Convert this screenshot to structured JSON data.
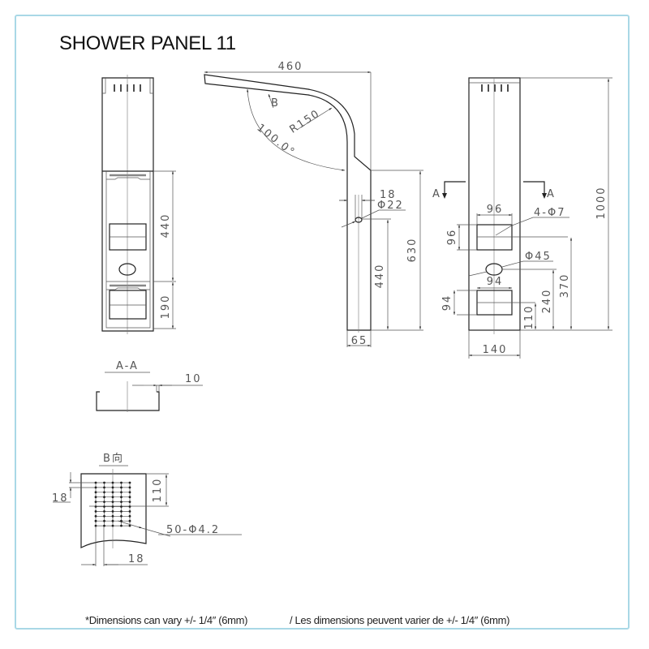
{
  "title": "SHOWER PANEL 11",
  "footnote": {
    "english": "*Dimensions can vary +/- 1/4″ (6mm)",
    "french": "/ Les dimensions peuvent varier de +/- 1/4″ (6mm)"
  },
  "front_left_view": {
    "dim_upper": "440",
    "dim_lower": "190"
  },
  "side_view": {
    "dim_arm_length": "460",
    "radius": "R150",
    "angle": "100.0°",
    "view_marker": "B",
    "dim_offset": "18",
    "dim_hole": "Φ22",
    "dim_hole_height": "440",
    "dim_body_height": "630",
    "dim_depth": "65"
  },
  "front_right_view": {
    "section_marker_left": "A",
    "section_marker_right": "A",
    "dim_upper_width": "96",
    "dim_upper_height": "96",
    "dim_holes": "4-Φ7",
    "dim_knob": "Φ45",
    "dim_lower_width": "94",
    "dim_lower_height": "94",
    "dim_110": "110",
    "dim_240": "240",
    "dim_370": "370",
    "dim_total_height": "1000",
    "dim_width": "140"
  },
  "section_aa": {
    "title": "A-A",
    "dim_lip": "10"
  },
  "view_b": {
    "title": "B向",
    "dim_top_offset": "18",
    "dim_height": "110",
    "dim_holes": "50-Φ4.2",
    "dim_spacing": "18"
  }
}
